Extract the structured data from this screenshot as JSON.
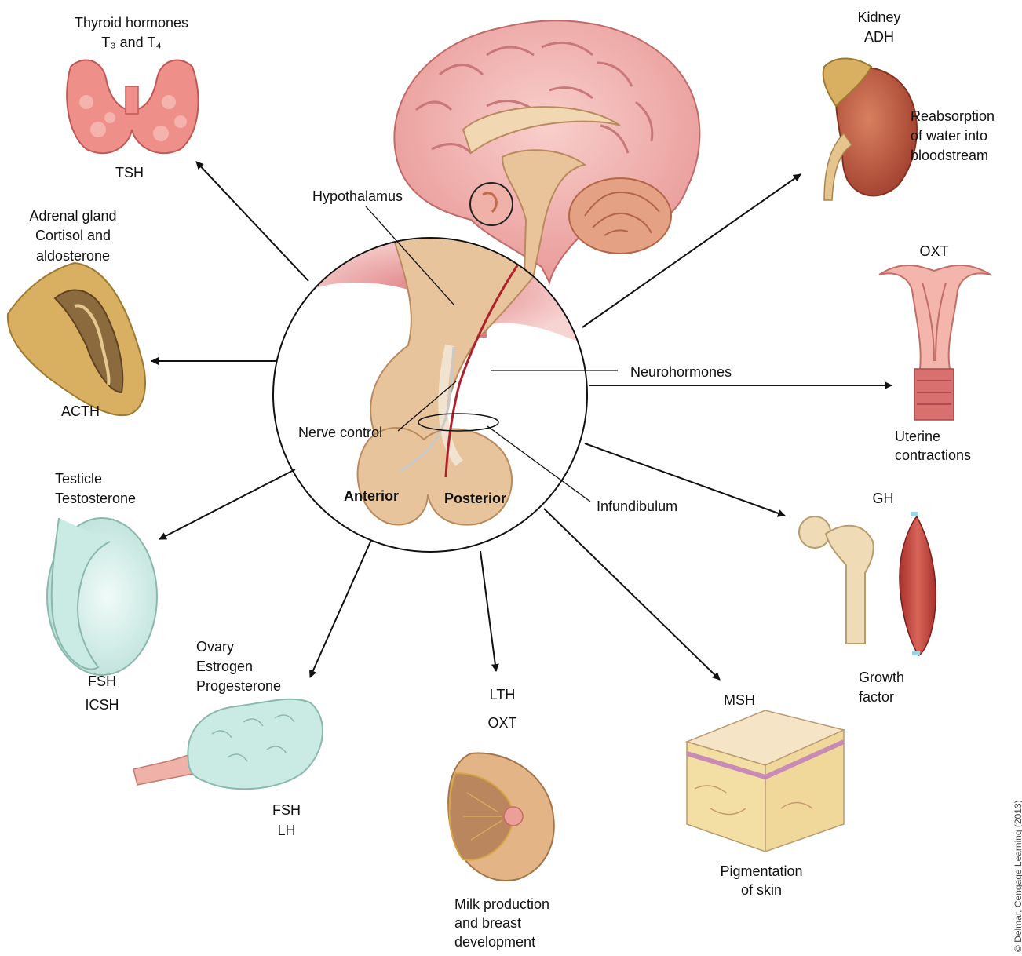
{
  "thyroid": {
    "title": "Thyroid hormones",
    "t3t4": "T₃ and T₄",
    "hormone": "TSH"
  },
  "adrenal": {
    "line1": "Adrenal gland",
    "line2": "Cortisol and",
    "line3": "aldosterone",
    "hormone": "ACTH"
  },
  "testicle": {
    "line1": "Testicle",
    "line2": "Testosterone",
    "hormone1": "FSH",
    "hormone2": "ICSH"
  },
  "ovary": {
    "line1": "Ovary",
    "line2": "Estrogen",
    "line3": "Progesterone",
    "hormone1": "FSH",
    "hormone2": "LH"
  },
  "breast": {
    "hormone1": "LTH",
    "hormone2": "OXT",
    "line1": "Milk production",
    "line2": "and breast",
    "line3": "development"
  },
  "skin": {
    "hormone": "MSH",
    "line1": "Pigmentation",
    "line2": "of skin"
  },
  "bone_muscle": {
    "hormone": "GH",
    "line1": "Growth",
    "line2": "factor"
  },
  "uterus": {
    "hormone": "OXT",
    "line1": "Uterine",
    "line2": "contractions"
  },
  "kidney": {
    "line1": "Kidney",
    "line2": "ADH",
    "desc1": "Reabsorption",
    "desc2": "of water into",
    "desc3": "bloodstream"
  },
  "pituitary": {
    "hypothalamus": "Hypothalamus",
    "neurohormones": "Neurohormones",
    "nerve_control": "Nerve control",
    "anterior": "Anterior",
    "posterior": "Posterior",
    "infundibulum": "Infundibulum"
  },
  "credit": "© Delmar, Cengage Learning (2013)",
  "colors": {
    "brain": "#f3b3b0",
    "gland": "#e9c49a",
    "thyroid": "#ee8f8a",
    "adrenal": "#d9b061",
    "testicle": "#cfece6",
    "kidney": "#c8604a",
    "neuro_line": "#b0202a"
  }
}
